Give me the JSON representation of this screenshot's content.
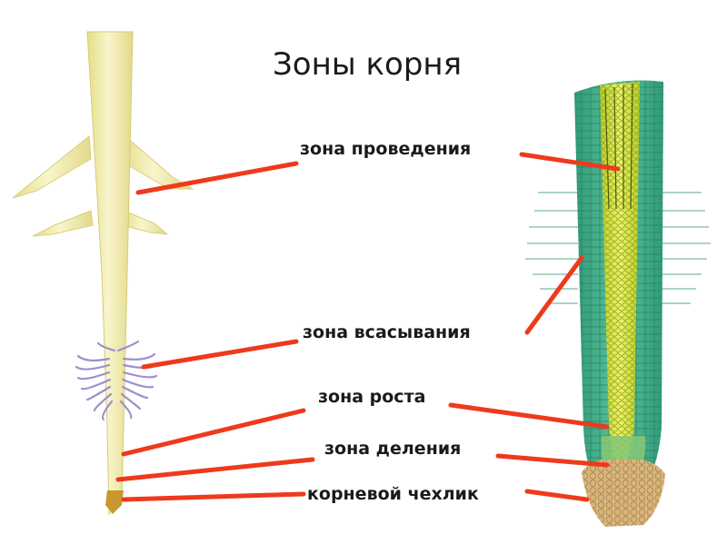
{
  "title": "Зоны корня",
  "zones": {
    "conduction": "зона проведения",
    "absorption": "зона всасывания",
    "growth": "зона роста",
    "division": "зона деления",
    "root_cap": "корневой чехлик"
  },
  "colors": {
    "pointer": "#ee3a1c",
    "root_pale": "#f3efb0",
    "root_hairs": "#a89fd6",
    "cortex": "#3fae8c",
    "stele": "#d9e645",
    "cap": "#d8b57c"
  }
}
